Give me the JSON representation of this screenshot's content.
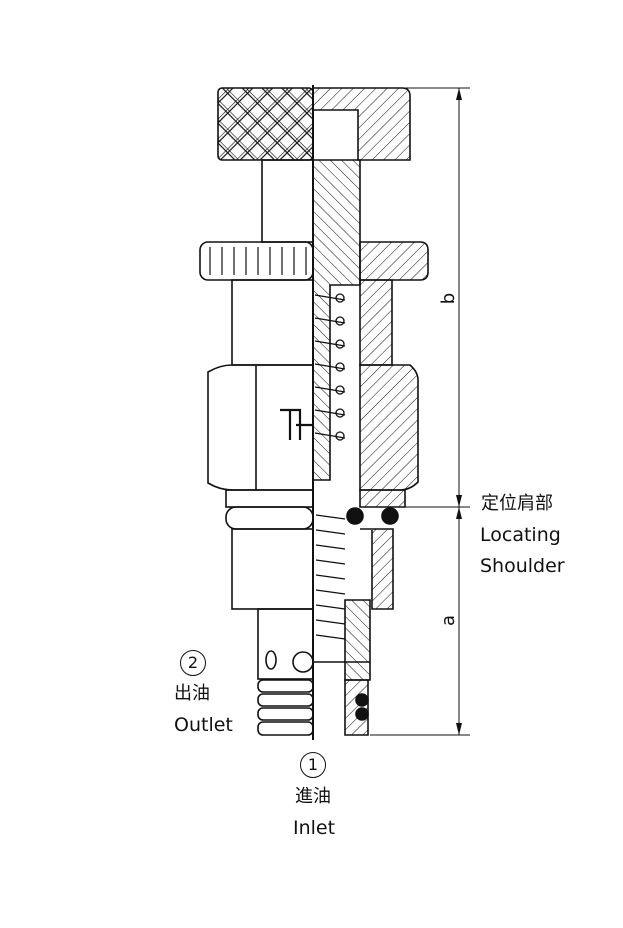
{
  "dimensions": {
    "b": "b",
    "a": "a"
  },
  "shoulder": {
    "cn": "定位肩部",
    "en_line1": "Locating",
    "en_line2": "Shoulder"
  },
  "outlet": {
    "number": "2",
    "cn": "出油",
    "en": "Outlet"
  },
  "inlet": {
    "number": "1",
    "cn": "進油",
    "en": "Inlet"
  }
}
